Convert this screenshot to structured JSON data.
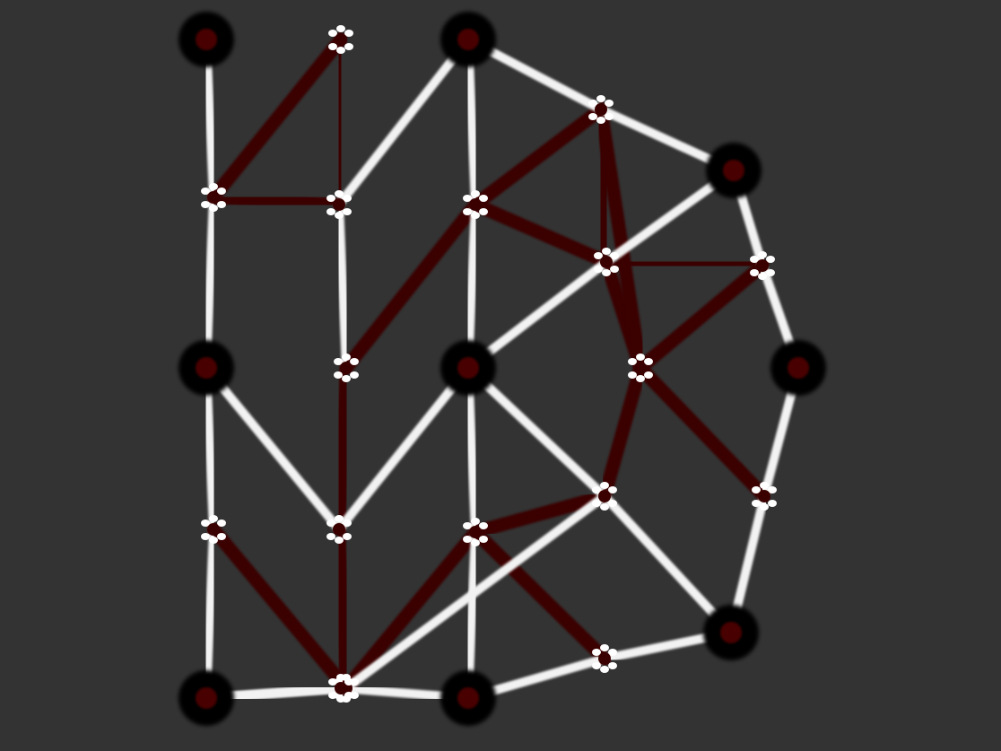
{
  "colors": {
    "background": "#333333",
    "white_edge": "#f2f2f2",
    "dark_edge": "#3a0000",
    "anchor_ring": "#000000",
    "anchor_core": "#4a0000"
  },
  "anchors": [
    "a1",
    "a2",
    "a3",
    "a4",
    "a5",
    "a6",
    "a7",
    "a8",
    "a9"
  ],
  "joints": [
    "j1",
    "j2",
    "j3",
    "j4",
    "j5",
    "j6",
    "j7",
    "j8",
    "j9",
    "j10",
    "j11",
    "j12",
    "j13",
    "j14",
    "j15",
    "j16",
    "j17",
    "j18"
  ],
  "white_edges": [
    [
      "a1",
      "j1"
    ],
    [
      "j1",
      "a2"
    ],
    [
      "a2",
      "j6"
    ],
    [
      "j6",
      "a3"
    ],
    [
      "a1",
      "j2"
    ],
    [
      "j2",
      "a4"
    ],
    [
      "a4",
      "j11"
    ],
    [
      "j11",
      "a7"
    ],
    [
      "a7",
      "j16"
    ],
    [
      "j16",
      "a8"
    ],
    [
      "a2",
      "j4"
    ],
    [
      "j4",
      "a5"
    ],
    [
      "a5",
      "j13"
    ],
    [
      "j13",
      "a8"
    ],
    [
      "a3",
      "j9"
    ],
    [
      "j9",
      "a6"
    ],
    [
      "a6",
      "j15"
    ],
    [
      "j15",
      "a9"
    ],
    [
      "a9",
      "j18"
    ],
    [
      "j18",
      "a8"
    ],
    [
      "a2",
      "j3"
    ],
    [
      "j3",
      "j5"
    ],
    [
      "j5",
      "a4"
    ],
    [
      "a4",
      "j8"
    ],
    [
      "j8",
      "a5"
    ],
    [
      "a5",
      "j10"
    ],
    [
      "j10",
      "a6"
    ],
    [
      "a5",
      "j7"
    ],
    [
      "j7",
      "a3"
    ],
    [
      "a5",
      "j12"
    ],
    [
      "j12",
      "j14"
    ],
    [
      "j14",
      "a7"
    ],
    [
      "j12",
      "a9"
    ]
  ],
  "dark_edges": [
    [
      "j2",
      "j1"
    ],
    [
      "j1",
      "j3"
    ],
    [
      "j3",
      "j8"
    ],
    [
      "j8",
      "j14"
    ],
    [
      "j14",
      "j16"
    ],
    [
      "j2",
      "j3"
    ],
    [
      "j3",
      "j4"
    ],
    [
      "j4",
      "j6"
    ],
    [
      "j6",
      "j7"
    ],
    [
      "j7",
      "j9"
    ],
    [
      "j7",
      "j10"
    ],
    [
      "j4",
      "j7"
    ],
    [
      "j9",
      "j10"
    ],
    [
      "j6",
      "j10"
    ],
    [
      "j12",
      "j18"
    ],
    [
      "j11",
      "j14"
    ],
    [
      "j14",
      "j13"
    ],
    [
      "j13",
      "j12"
    ],
    [
      "j12",
      "j15"
    ],
    [
      "j12",
      "j10"
    ],
    [
      "j10",
      "j15"
    ],
    [
      "j13",
      "j18"
    ],
    [
      "j8",
      "j5"
    ],
    [
      "j5",
      "j4"
    ],
    [
      "j11",
      "j8"
    ]
  ]
}
